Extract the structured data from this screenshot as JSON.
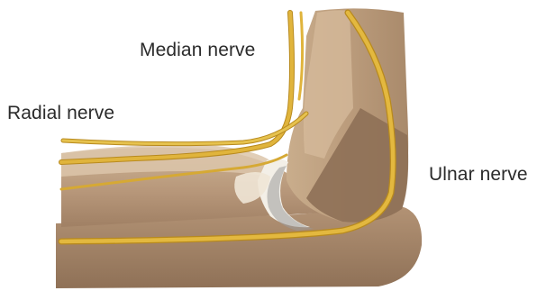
{
  "labels": {
    "median": "Median nerve",
    "radial": "Radial nerve",
    "ulnar": "Ulnar nerve"
  },
  "colors": {
    "nerve": "#e0b43c",
    "nerve_edge": "#b88a1e",
    "bone_light": "#d6bc9e",
    "bone_mid": "#b49474",
    "bone_dark": "#8d7057",
    "cartilage": "#f2eee6",
    "joint_shadow": "#9a9a9a"
  }
}
